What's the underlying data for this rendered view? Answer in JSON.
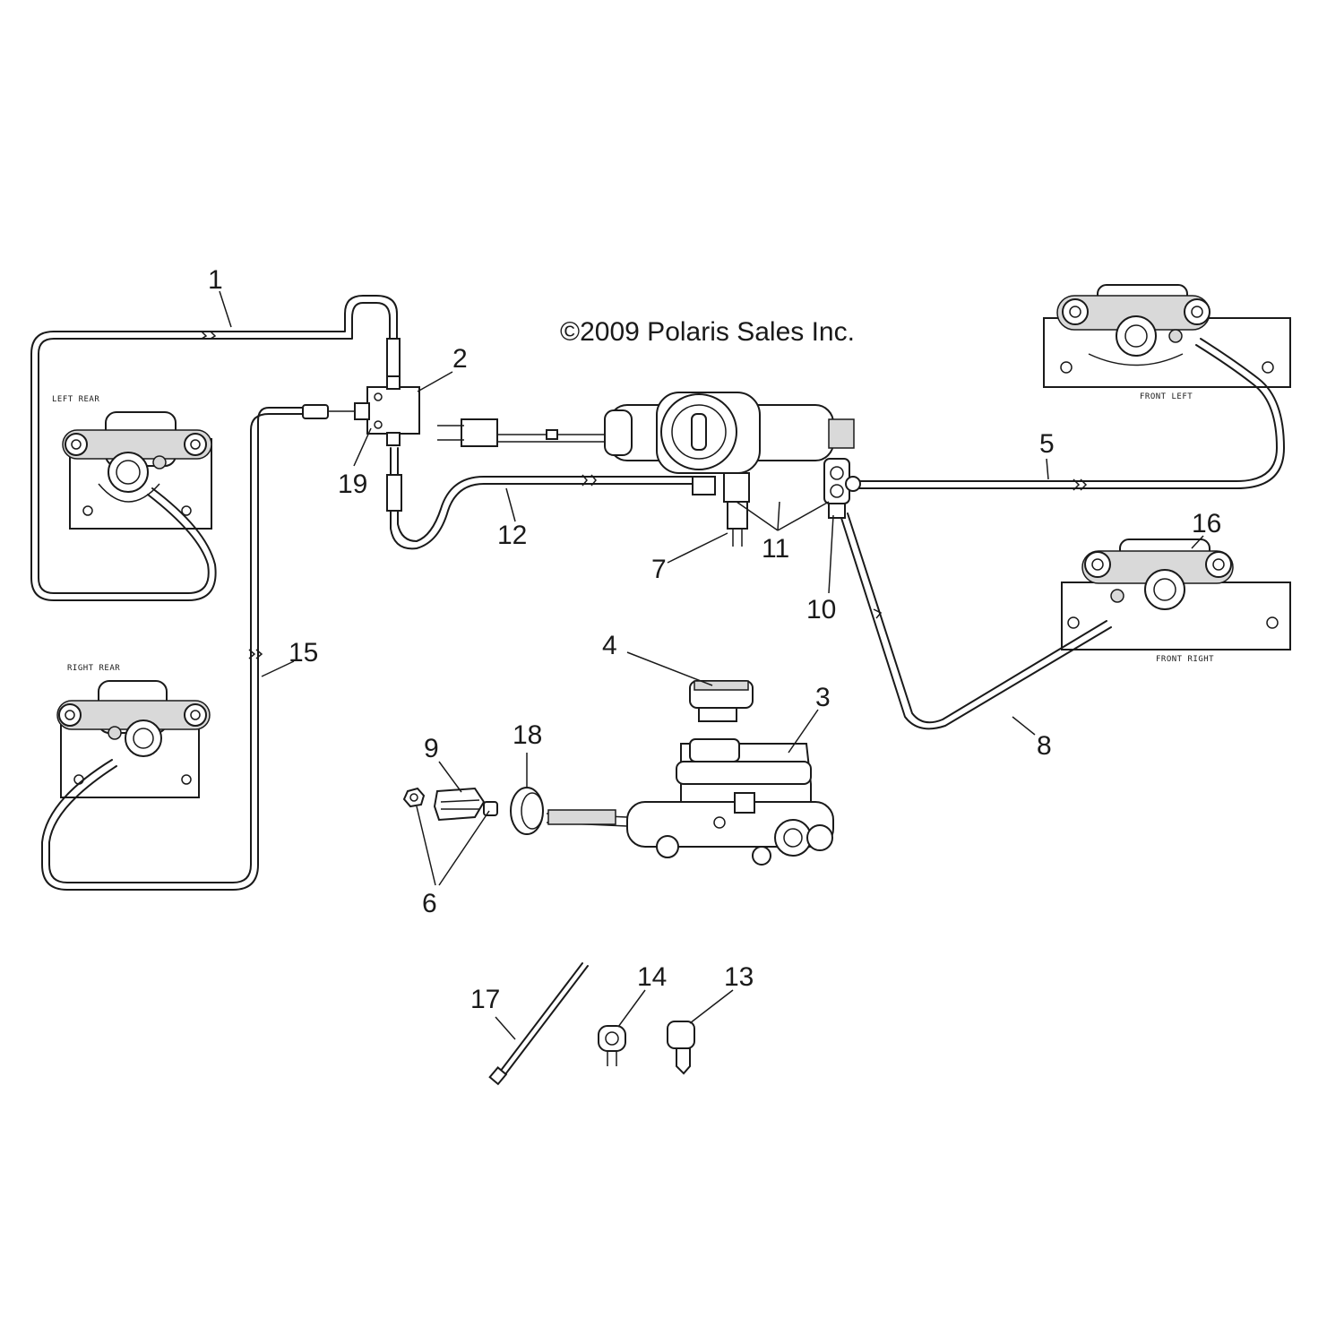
{
  "copyright": "©2009 Polaris Sales Inc.",
  "caliper_tags": {
    "left_rear": "LEFT REAR",
    "right_rear": "RIGHT REAR",
    "front_left": "FRONT LEFT",
    "front_right": "FRONT RIGHT"
  },
  "callouts": {
    "c1": "1",
    "c2": "2",
    "c3": "3",
    "c4": "4",
    "c5": "5",
    "c6": "6",
    "c7": "7",
    "c8": "8",
    "c9": "9",
    "c10": "10",
    "c11": "11",
    "c12": "12",
    "c13": "13",
    "c14": "14",
    "c15": "15",
    "c16": "16",
    "c17": "17",
    "c18": "18",
    "c19": "19"
  }
}
